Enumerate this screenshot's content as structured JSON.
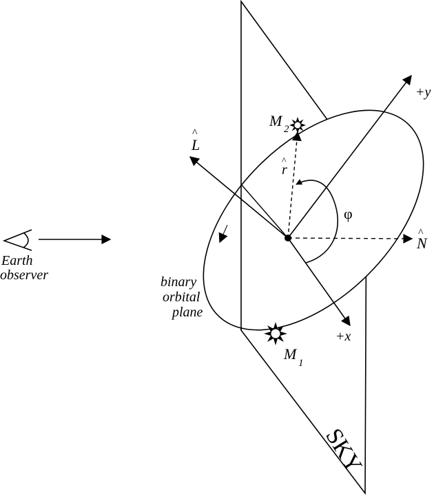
{
  "labels": {
    "observer_line1": "Earth",
    "observer_line2": "observer",
    "plane_line1": "binary",
    "plane_line2": "orbital",
    "plane_line3": "plane",
    "sky": "SKY",
    "L_letter": "L",
    "hat": "^",
    "r_letter": "r",
    "N_letter": "N",
    "phi": "φ",
    "plus_y": "+y",
    "plus_x": "+x",
    "M2_letter": "M",
    "M2_sub": "2",
    "M1_letter": "M",
    "M1_sub": "1"
  }
}
